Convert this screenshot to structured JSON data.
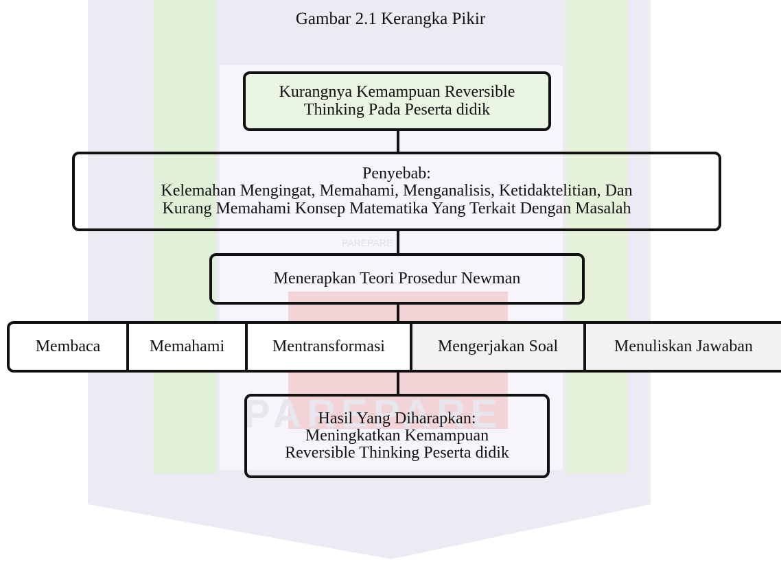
{
  "title": "Gambar 2.1 Kerangka Pikir",
  "nodes": {
    "problem": {
      "lines": [
        "Kurangnya Kemampuan Reversible",
        "Thinking Pada Peserta didik"
      ]
    },
    "cause": {
      "lines": [
        "Penyebab:",
        "Kelemahan Mengingat, Memahami,  Menganalisis, Ketidaktelitian, Dan",
        "Kurang Memahami Konsep  Matematika Yang Terkait Dengan Masalah"
      ]
    },
    "method": {
      "label": "Menerapkan Teori Prosedur Newman"
    },
    "result": {
      "lines": [
        "Hasil Yang Diharapkan:",
        "Meningkatkan Kemampuan",
        "Reversible Thinking Peserta didik"
      ]
    }
  },
  "steps": [
    "Membaca",
    "Memahami",
    "Mentransformasi",
    "Mengerjakan Soal",
    "Menuliskan Jawaban"
  ],
  "watermark": {
    "text": "PAREPARE",
    "small_text": "PAREPARE"
  },
  "colors": {
    "border": "#111111",
    "problem_fill": "#eaf4e3",
    "watermark_panel": "#eceaf3"
  }
}
